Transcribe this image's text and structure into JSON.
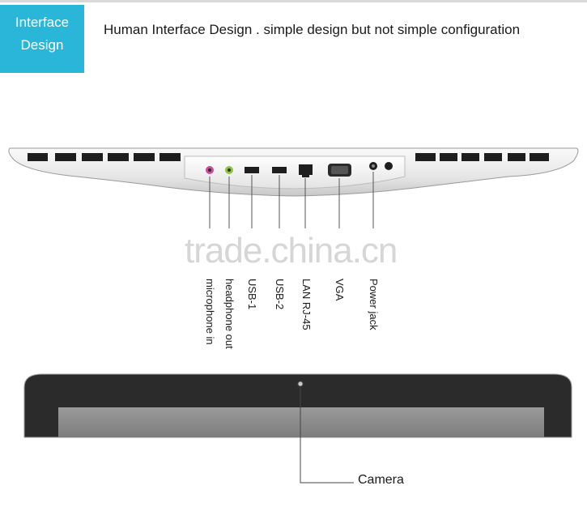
{
  "header": {
    "badge_line1": "Interface",
    "badge_line2": "Design",
    "headline": "Human Interface Design . simple design but not simple configuration"
  },
  "ports": [
    {
      "name": "microphone-in",
      "label": "microphone in"
    },
    {
      "name": "headphone-out",
      "label": "headphone out"
    },
    {
      "name": "usb-1",
      "label": "USB-1"
    },
    {
      "name": "usb-2",
      "label": "USB-2"
    },
    {
      "name": "lan-rj45",
      "label": "LAN RJ-45"
    },
    {
      "name": "vga",
      "label": "VGA"
    },
    {
      "name": "power-jack",
      "label": "Power jack"
    }
  ],
  "camera": {
    "label": "Camera"
  },
  "watermark": "trade.china.cn",
  "colors": {
    "badge": "#29b6d8",
    "mic_port": "#c94f9b",
    "headphone_port": "#8fc43f",
    "bezel": "#2b2b2b",
    "screen": "#8c8c8c"
  }
}
